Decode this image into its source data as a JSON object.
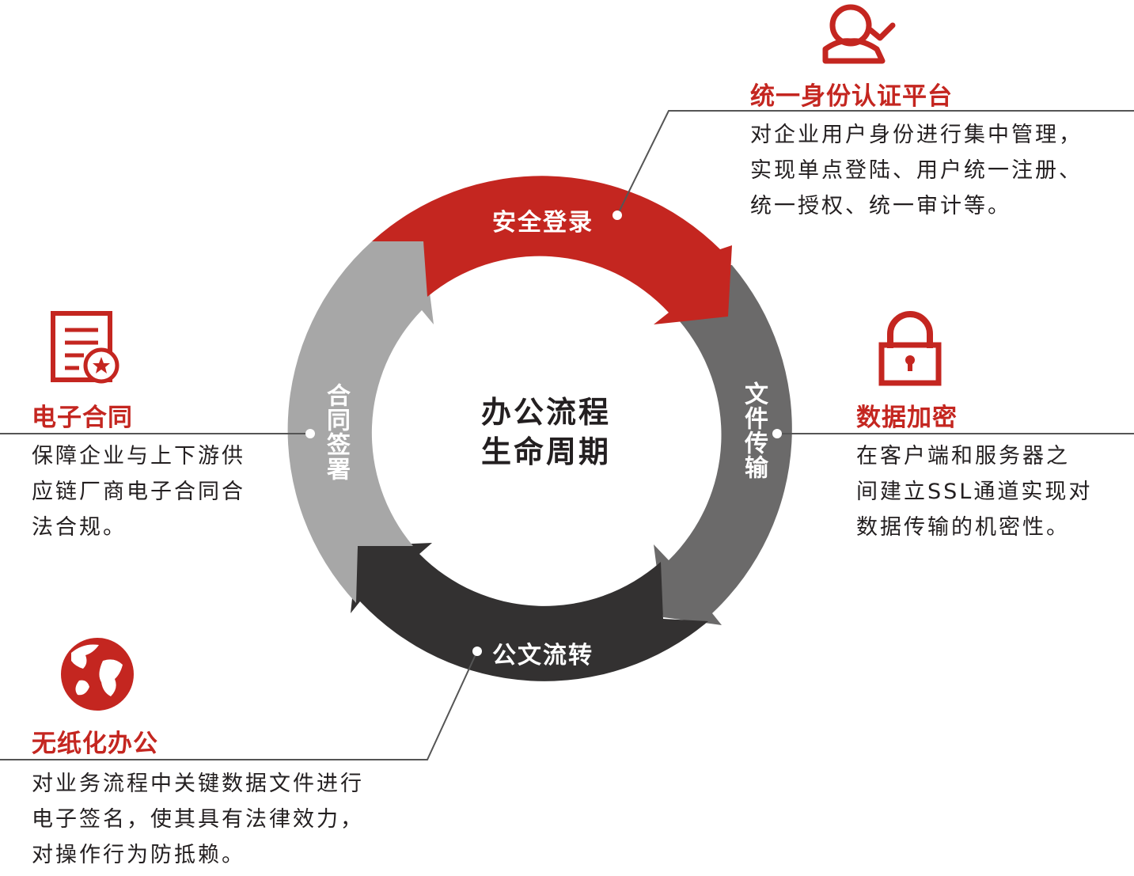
{
  "center": {
    "line1": "办公流程",
    "line2": "生命周期"
  },
  "ring": {
    "top": "安全登录",
    "right": "文件传输",
    "bottom": "公文流转",
    "left": "合同签署"
  },
  "callouts": {
    "identity": {
      "title": "统一身份认证平台",
      "lines": [
        "对企业用户身份进行集中管理，",
        "实现单点登陆、用户统一注册、",
        "统一授权、统一审计等。"
      ],
      "icon": "user-check-icon"
    },
    "encryption": {
      "title": "数据加密",
      "lines": [
        "在客户端和服务器之",
        "间建立SSL通道实现对",
        "数据传输的机密性。"
      ],
      "icon": "lock-icon"
    },
    "contract": {
      "title": "电子合同",
      "lines": [
        "保障企业与上下游供",
        "应链厂商电子合同合",
        "法合规。"
      ],
      "icon": "contract-document-icon"
    },
    "paperless": {
      "title": "无纸化办公",
      "lines": [
        "对业务流程中关键数据文件进行",
        "电子签名，使其具有法律效力，",
        "对操作行为防抵赖。"
      ],
      "icon": "globe-icon"
    }
  },
  "colors": {
    "accent": "#c42620",
    "dark_gray": "#6b6a6a",
    "charcoal": "#333131",
    "light_gray": "#a7a7a7",
    "text": "#231f20"
  }
}
